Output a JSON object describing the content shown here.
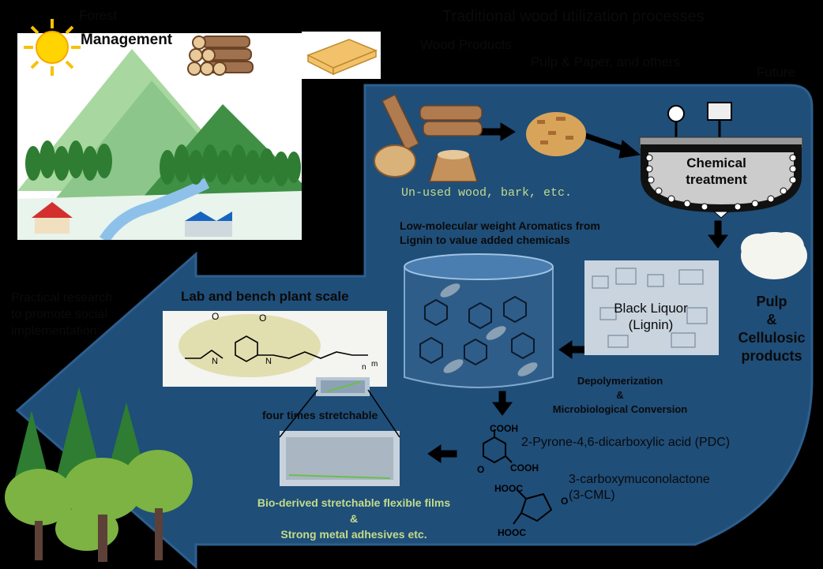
{
  "labels": {
    "title": "Traditional wood utilization processes",
    "wood_products": "Wood Products",
    "pulp_paper": "Pulp & Paper, and others",
    "future": "Future",
    "forest": "Forest",
    "management": "Management",
    "practical_1": "Practical research",
    "practical_2": "to promote social",
    "practical_3": "implementation",
    "unused_wood": "Un-used wood, bark, etc.",
    "lowmol_1": "Low-molecular weight Aromatics from",
    "lowmol_2": "Lignin to value added chemicals",
    "chemical_1": "Chemical",
    "chemical_2": "treatment",
    "black_1": "Black Liquor",
    "black_2": "(Lignin)",
    "pulp_1": "Pulp",
    "pulp_2": "&",
    "pulp_3": "Cellulosic",
    "pulp_4": "products",
    "depoly_1": "Depolymerization",
    "depoly_2": "&",
    "depoly_3": "Microbiological Conversion",
    "lab_scale": "Lab and bench plant scale",
    "stretchable": "four times stretchable",
    "pdc": "2-Pyrone-4,6-dicarboxylic acid (PDC)",
    "cml_1": "3-carboxymuconolactone",
    "cml_2": "(3-CML)",
    "bio_1": "Bio-derived stretchable flexible films",
    "bio_2": "&",
    "bio_3": "Strong metal adhesives etc.",
    "cooh_1": "COOH",
    "cooh_2": "COOH",
    "hooc_1": "HOOC",
    "hooc_2": "HOOC",
    "o_1": "O",
    "o_2": "O",
    "o_3": "O",
    "o_4": "O",
    "n_1": "n",
    "m_1": "m",
    "n_atom_1": "N",
    "n_atom_2": "N"
  },
  "colors": {
    "panel_blue": "#1f4e79",
    "panel_outline": "#2d5f8e",
    "light_green_text": "#c4dc8a",
    "background": "#000000"
  },
  "icons": {
    "sun": "sun-icon",
    "logs": "logs-icon",
    "lumber": "lumber-icon",
    "reactor": "reactor-icon"
  }
}
